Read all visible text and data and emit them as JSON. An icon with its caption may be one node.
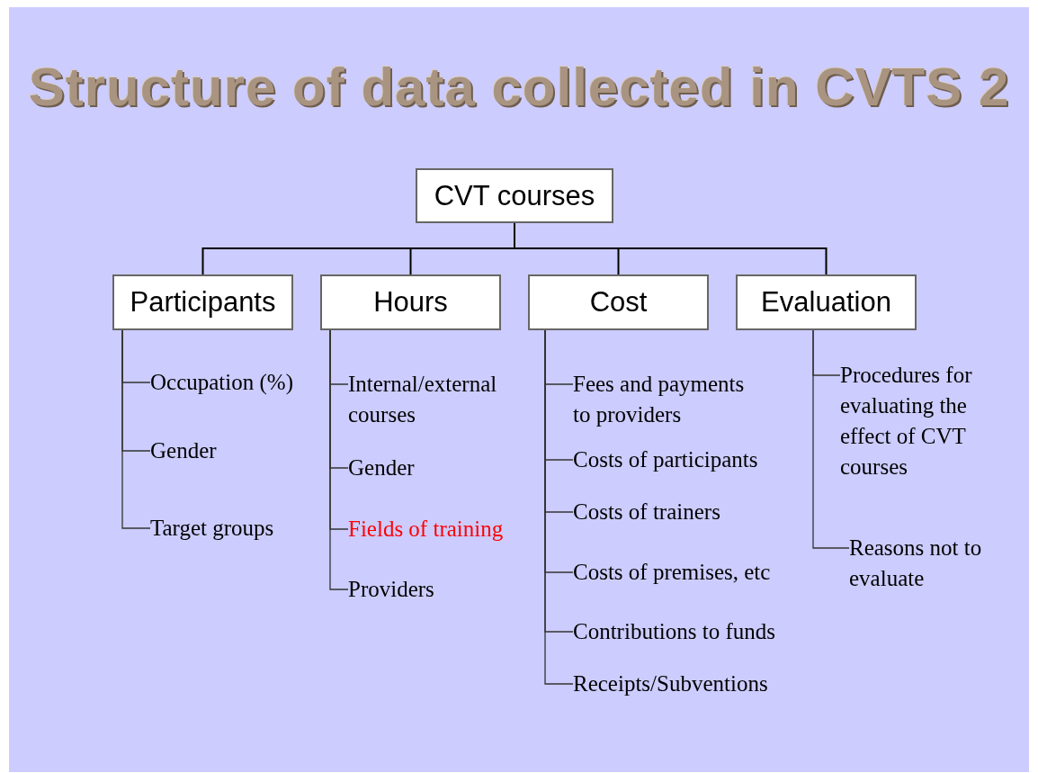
{
  "diagram": {
    "title": "Structure of data collected in CVTS 2",
    "nodes": [
      {
        "text": [
          "CVT courses"
        ]
      },
      {
        "text": [
          "Participants"
        ]
      },
      {
        "text": [
          "Hours"
        ]
      },
      {
        "text": [
          "Cost"
        ]
      },
      {
        "text": [
          "Evaluation"
        ]
      },
      {
        "text": [
          "Occupation (%)"
        ]
      },
      {
        "text": [
          "Gender"
        ]
      },
      {
        "text": [
          "Target groups"
        ]
      },
      {
        "text": [
          "Internal/external courses"
        ]
      },
      {
        "text": [
          "Gender"
        ]
      },
      {
        "text": [
          "Fields of training"
        ]
      },
      {
        "text": [
          "Providers"
        ]
      },
      {
        "text": [
          "Fees and payments to providers"
        ]
      },
      {
        "text": [
          "Costs of participants"
        ]
      },
      {
        "text": [
          "Costs of trainers"
        ]
      },
      {
        "text": [
          "Costs of premises, etc"
        ]
      },
      {
        "text": [
          "Contributions to funds"
        ]
      },
      {
        "text": [
          "Receipts/Subventions"
        ]
      },
      {
        "text": [
          "Procedures for evaluating the effect of CVT courses"
        ]
      },
      {
        "text": [
          "Reasons not to evaluate"
        ]
      }
    ],
    "edges": [
      {
        "from": 0,
        "to": 1,
        "arrow": "none"
      },
      {
        "from": 0,
        "to": 2,
        "arrow": "none"
      },
      {
        "from": 0,
        "to": 3,
        "arrow": "none"
      },
      {
        "from": 0,
        "to": 4,
        "arrow": "none"
      },
      {
        "from": 1,
        "to": 5,
        "arrow": "none"
      },
      {
        "from": 1,
        "to": 6,
        "arrow": "none"
      },
      {
        "from": 1,
        "to": 7,
        "arrow": "none"
      },
      {
        "from": 2,
        "to": 8,
        "arrow": "none"
      },
      {
        "from": 2,
        "to": 9,
        "arrow": "none"
      },
      {
        "from": 2,
        "to": 10,
        "arrow": "none"
      },
      {
        "from": 2,
        "to": 11,
        "arrow": "none"
      },
      {
        "from": 3,
        "to": 12,
        "arrow": "none"
      },
      {
        "from": 3,
        "to": 13,
        "arrow": "none"
      },
      {
        "from": 3,
        "to": 14,
        "arrow": "none"
      },
      {
        "from": 3,
        "to": 15,
        "arrow": "none"
      },
      {
        "from": 3,
        "to": 16,
        "arrow": "none"
      },
      {
        "from": 3,
        "to": 17,
        "arrow": "none"
      },
      {
        "from": 4,
        "to": 18,
        "arrow": "none"
      },
      {
        "from": 4,
        "to": 19,
        "arrow": "none"
      }
    ]
  }
}
